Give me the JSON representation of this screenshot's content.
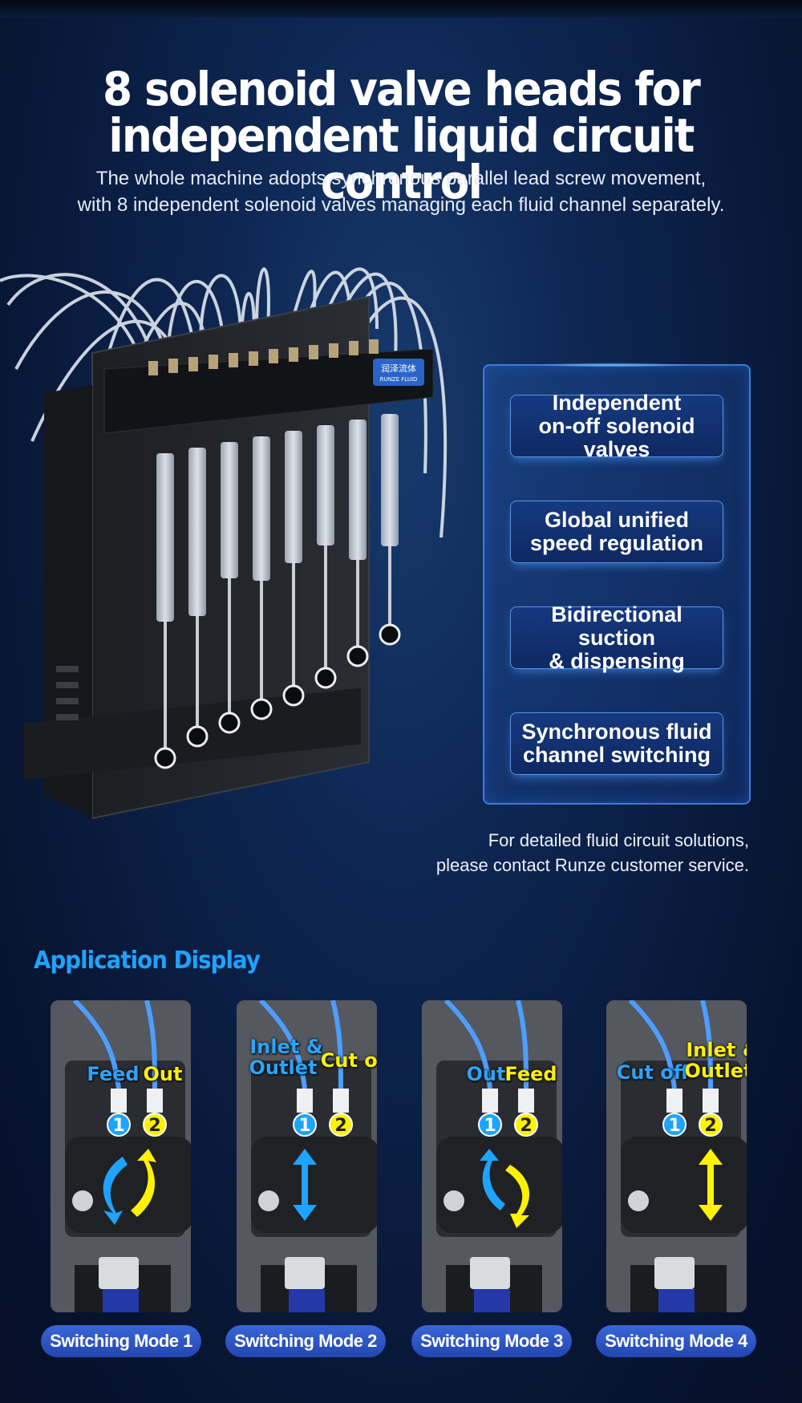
{
  "header": {
    "title_line1": "8 solenoid valve heads for",
    "title_line2": "independent liquid circuit control",
    "subtitle_line1": "The whole machine adopts synchronous parallel lead screw movement,",
    "subtitle_line2": "with 8 independent solenoid valves managing each fluid channel separately."
  },
  "product": {
    "brand_badge_line1": "润泽流体",
    "brand_badge_line2": "RUNZE FLUID"
  },
  "features": [
    {
      "label": "Independent\non-off solenoid valves"
    },
    {
      "label": "Global unified\nspeed regulation"
    },
    {
      "label": "Bidirectional suction\n& dispensing"
    },
    {
      "label": "Synchronous fluid\nchannel switching"
    }
  ],
  "contact": {
    "line1": "For detailed fluid circuit solutions,",
    "line2": "please contact Runze customer service."
  },
  "application": {
    "title": "Application Display",
    "modes": [
      {
        "label": "Switching Mode 1",
        "port1": "Feed",
        "port2": "Out",
        "n1": "1",
        "n2": "2"
      },
      {
        "label": "Switching Mode 2",
        "port1": "Inlet &\nOutlet",
        "port2": "Cut off",
        "n1": "1",
        "n2": "2"
      },
      {
        "label": "Switching Mode 3",
        "port1": "Out",
        "port2": "Feed",
        "n1": "1",
        "n2": "2"
      },
      {
        "label": "Switching Mode 4",
        "port1": "Cut off",
        "port2": "Inlet &\nOutlet",
        "n1": "1",
        "n2": "2"
      }
    ]
  },
  "colors": {
    "accent_blue": "#1ea3ff",
    "port_blue": "#2aa5ff",
    "port_yellow": "#fff200",
    "background": "#0a1c3d"
  }
}
